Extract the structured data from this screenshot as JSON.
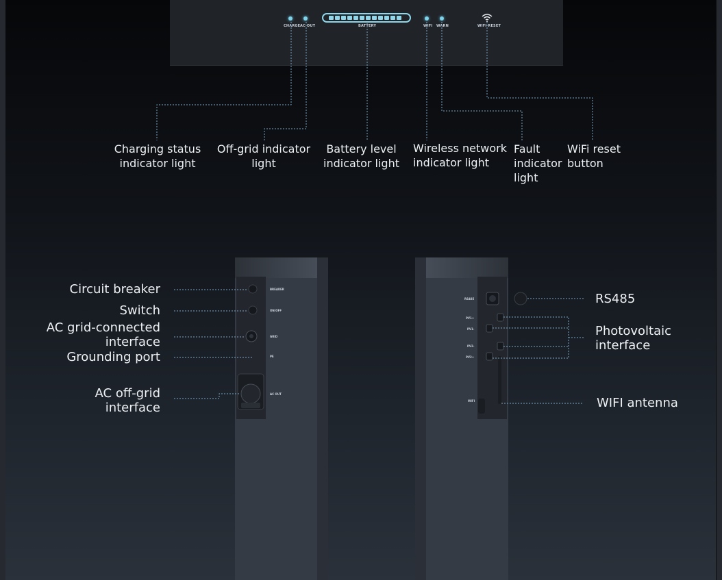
{
  "panel": {
    "labels": {
      "charge": "CHARGE",
      "ac_out": "AC OUT",
      "battery": "BATTERY",
      "wifi": "WIFI",
      "warn": "WARN",
      "wifi_reset": "WIFI RESET"
    }
  },
  "callouts_top": {
    "charging_1": "Charging status",
    "charging_2": "indicator light",
    "offgrid_1": "Off-grid indicator",
    "offgrid_2": "light",
    "battery_1": "Battery level",
    "battery_2": "indicator light",
    "wireless_1": "Wireless network",
    "wireless_2": "indicator light",
    "fault_1": "Fault",
    "fault_2": "indicator",
    "fault_3": "light",
    "reset_1": "WiFi reset",
    "reset_2": "button"
  },
  "left_device": {
    "labels": {
      "breaker": "BREAKER",
      "onoff": "ON/OFF",
      "grid": "GRID",
      "pe": "PE",
      "ac_out": "AC OUT"
    },
    "callouts": {
      "breaker": "Circuit breaker",
      "switch": "Switch",
      "grid_1": "AC grid-connected",
      "grid_2": "interface",
      "ground": "Grounding port",
      "offgrid_1": "AC off-grid",
      "offgrid_2": "interface"
    }
  },
  "right_device": {
    "labels": {
      "rs485": "RS485",
      "pv1p": "PV1+",
      "pv1m": "PV1-",
      "pv2m": "PV2-",
      "pv2p": "PV2+",
      "wifi": "WIFI"
    },
    "callouts": {
      "rs485": "RS485",
      "pv_1": "Photovoltaic",
      "pv_2": "interface",
      "antenna": "WIFI antenna"
    }
  },
  "colors": {
    "led": "#7fd2e8",
    "device_body": "#353b45",
    "leader_line": "#7aa6c4"
  }
}
